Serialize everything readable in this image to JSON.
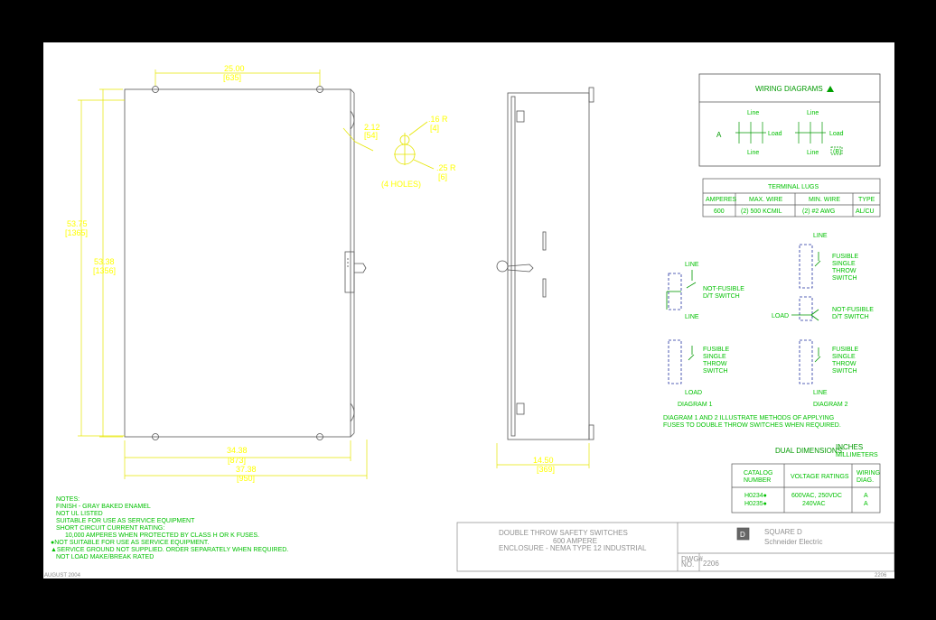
{
  "dims": {
    "top_width": "25.00",
    "top_width_mm": "[635]",
    "left_height": "53.75",
    "left_height_mm": "[1365]",
    "inner_height": "53.38",
    "inner_height_mm": "[1356]",
    "hole_offset": "2.12",
    "hole_offset_mm": "[54]",
    "hole_r1": ".16 R",
    "hole_r1_mm": "[4]",
    "hole_r2": ".25 R",
    "hole_r2_mm": "[6]",
    "holes_note": "(4 HOLES)",
    "bottom1": "34.38",
    "bottom1_mm": "[873]",
    "bottom2": "37.38",
    "bottom2_mm": "[950]",
    "side_depth": "14.50",
    "side_depth_mm": "[369]"
  },
  "wiring": {
    "title": "WIRING DIAGRAMS",
    "a_label": "A",
    "line": "Line",
    "load": "Load",
    "box_label": "(B)"
  },
  "lugs": {
    "title": "TERMINAL LUGS",
    "headers": [
      "AMPERES",
      "MAX. WIRE",
      "MIN. WIRE",
      "TYPE"
    ],
    "row": [
      "600",
      "(2)   500 KCMIL",
      "(2)   #2 AWG",
      "AL/CU"
    ]
  },
  "diagrams": {
    "line": "LINE",
    "load": "LOAD",
    "not_fusible": [
      "NOT-FUSIBLE",
      "D/T SWITCH"
    ],
    "fusible": [
      "FUSIBLE",
      "SINGLE",
      "THROW",
      "SWITCH"
    ],
    "diagram1": "DIAGRAM 1",
    "diagram2": "DIAGRAM 2",
    "caption": [
      "DIAGRAM 1 AND 2 ILLUSTRATE METHODS OF APPLYING",
      "FUSES TO DOUBLE THROW SWITCHES WHEN REQUIRED."
    ]
  },
  "dual": {
    "label": "DUAL DIMENSIONS:",
    "inches": "INCHES",
    "mm": "MILLIMETERS"
  },
  "catalog": {
    "headers": [
      [
        "CATALOG",
        "NUMBER"
      ],
      [
        "VOLTAGE RATINGS"
      ],
      [
        "WIRING",
        "DIAG."
      ]
    ],
    "numbers": [
      "H0234●",
      "H0235●"
    ],
    "voltages": [
      "600VAC, 250VDC",
      "240VAC"
    ],
    "diags": [
      "A",
      "A"
    ]
  },
  "notes": {
    "lines": [
      "NOTES:",
      "FINISH - GRAY BAKED ENAMEL",
      "NOT UL LISTED",
      "SUITABLE FOR USE AS SERVICE EQUIPMENT",
      "SHORT CIRCUIT CURRENT RATING:",
      "10,000 AMPERES WHEN PROTECTED BY CLASS H OR K FUSES.",
      "●NOT SUITABLE FOR USE AS SERVICE EQUIPMENT.",
      "▲SERVICE GROUND NOT SUPPLIED.  ORDER SEPARATELY WHEN REQUIRED.",
      "NOT LOAD MAKE/BREAK RATED"
    ]
  },
  "title_block": {
    "line1": "DOUBLE THROW SAFETY SWITCHES",
    "line2": "600 AMPERE",
    "line3": "ENCLOSURE - NEMA TYPE 12 INDUSTRIAL",
    "brand1": "SQUARE D",
    "brand2": "Schneider Electric",
    "dwg_label": [
      "DWG#",
      "NO."
    ],
    "dwg_no": "2206"
  },
  "footer": {
    "date": "AUGUST 2004",
    "number": "2206"
  }
}
